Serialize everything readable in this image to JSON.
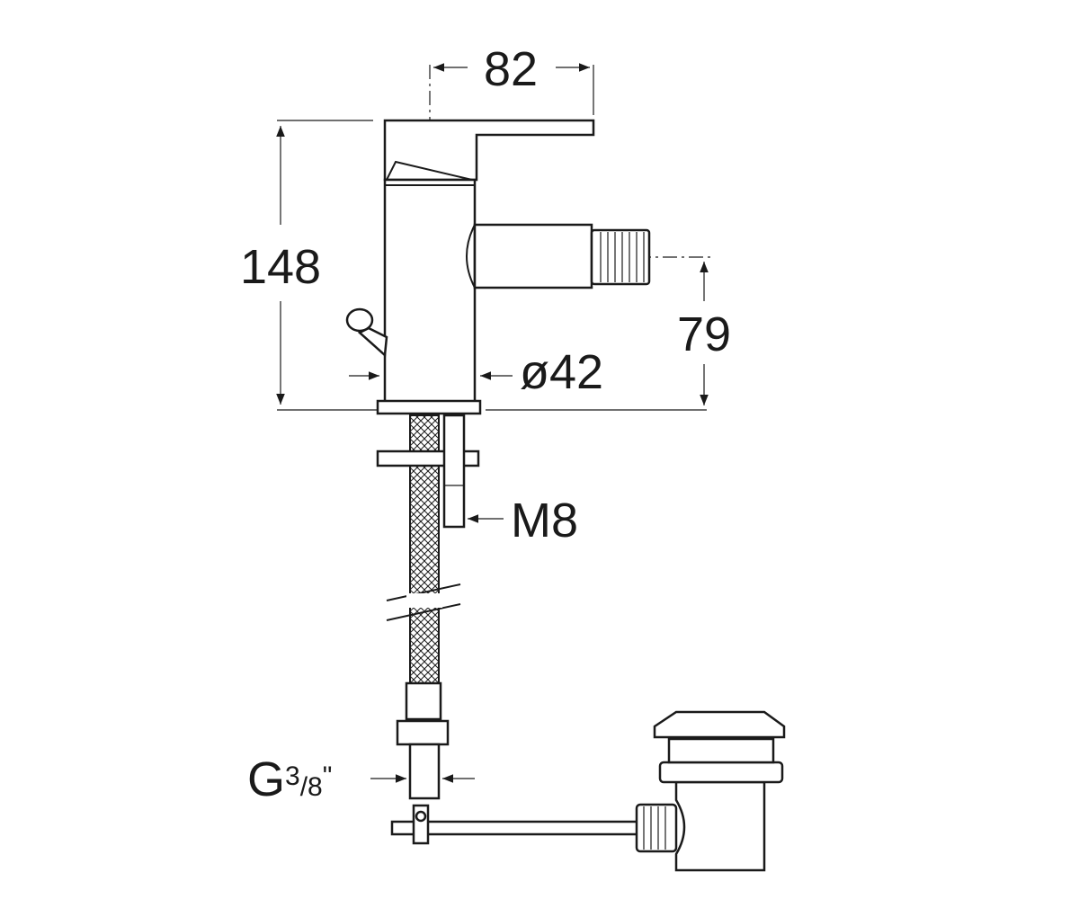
{
  "dimensions": {
    "width": "82",
    "height": "148",
    "spout_height": "79",
    "diameter": "ø42",
    "thread": "M8",
    "connection_prefix": "G",
    "connection_num": "3",
    "connection_den": "/8",
    "connection_suffix": "\""
  },
  "colors": {
    "ink": "#1a1a1a",
    "background": "#ffffff"
  }
}
